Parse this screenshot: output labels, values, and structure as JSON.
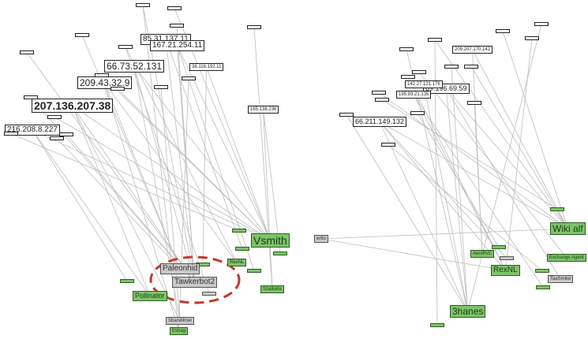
{
  "colors": {
    "ip_fill": "#ffffff",
    "user_fill": "#7cc46a",
    "bot_fill": "#c9c9c9",
    "edge": "#bdbdbd",
    "highlight": "#c0392b"
  },
  "left_graph": {
    "nodes": [
      {
        "id": "L1",
        "label": "207.136.207.38",
        "kind": "ip",
        "size": 5
      },
      {
        "id": "L2",
        "label": "66.73.52.131",
        "kind": "ip",
        "size": 4
      },
      {
        "id": "L3",
        "label": "209.43.32.9",
        "kind": "ip",
        "size": 4
      },
      {
        "id": "L4",
        "label": "85.31.137.11",
        "kind": "ip",
        "size": 3
      },
      {
        "id": "L5",
        "label": "167.21.254.11",
        "kind": "ip",
        "size": 3
      },
      {
        "id": "L6",
        "label": "216.208.8.227",
        "kind": "ip",
        "size": 3
      },
      {
        "id": "L7",
        "label": "38.116.192.11",
        "kind": "ip",
        "size": 1
      },
      {
        "id": "L8",
        "label": "165.138.236",
        "kind": "ip",
        "size": 1
      },
      {
        "id": "L9",
        "label": "",
        "kind": "ip",
        "size": 0
      },
      {
        "id": "L10",
        "label": "",
        "kind": "ip",
        "size": 0
      },
      {
        "id": "L11",
        "label": "",
        "kind": "ip",
        "size": 0
      },
      {
        "id": "L12",
        "label": "",
        "kind": "ip",
        "size": 0
      },
      {
        "id": "L13",
        "label": "",
        "kind": "ip",
        "size": 0
      },
      {
        "id": "L14",
        "label": "",
        "kind": "ip",
        "size": 0
      },
      {
        "id": "L15",
        "label": "",
        "kind": "ip",
        "size": 0
      },
      {
        "id": "L16",
        "label": "",
        "kind": "ip",
        "size": 0
      },
      {
        "id": "L17",
        "label": "",
        "kind": "ip",
        "size": 0
      },
      {
        "id": "L18",
        "label": "",
        "kind": "ip",
        "size": 0
      },
      {
        "id": "L19",
        "label": "",
        "kind": "ip",
        "size": 0
      },
      {
        "id": "L20",
        "label": "",
        "kind": "ip",
        "size": 0
      },
      {
        "id": "L21",
        "label": "",
        "kind": "ip",
        "size": 0
      },
      {
        "id": "L22",
        "label": "",
        "kind": "ip",
        "size": 0
      },
      {
        "id": "L23",
        "label": "",
        "kind": "ip",
        "size": 0
      },
      {
        "id": "L24",
        "label": "",
        "kind": "ip",
        "size": 0
      },
      {
        "id": "U1",
        "label": "Vsmith",
        "kind": "user",
        "size": 6
      },
      {
        "id": "U2",
        "label": "Pollinator",
        "kind": "user",
        "size": 2
      },
      {
        "id": "U3",
        "label": "RexNL",
        "kind": "user",
        "size": 1
      },
      {
        "id": "U4",
        "label": "Szalkalla",
        "kind": "user",
        "size": 1
      },
      {
        "id": "U5",
        "label": "Eshag",
        "kind": "user",
        "size": 1
      },
      {
        "id": "U6",
        "label": "",
        "kind": "user",
        "size": 0
      },
      {
        "id": "U7",
        "label": "",
        "kind": "user",
        "size": 0
      },
      {
        "id": "U8",
        "label": "",
        "kind": "user",
        "size": 0
      },
      {
        "id": "U9",
        "label": "",
        "kind": "user",
        "size": 0
      },
      {
        "id": "U10",
        "label": "",
        "kind": "user",
        "size": 0
      },
      {
        "id": "U11",
        "label": "",
        "kind": "user",
        "size": 0
      },
      {
        "id": "B1",
        "label": "Tawkerbot2",
        "kind": "bot",
        "size": 3
      },
      {
        "id": "B2",
        "label": "Paleonhid",
        "kind": "bot",
        "size": 3
      },
      {
        "id": "B3",
        "label": "Sbandilmer",
        "kind": "bot",
        "size": 1
      },
      {
        "id": "B4",
        "label": "",
        "kind": "bot",
        "size": 0
      }
    ],
    "edges": [
      [
        "L1",
        "B1"
      ],
      [
        "L1",
        "U1"
      ],
      [
        "L1",
        "U2"
      ],
      [
        "L2",
        "B1"
      ],
      [
        "L2",
        "U1"
      ],
      [
        "L3",
        "B2"
      ],
      [
        "L3",
        "U3"
      ],
      [
        "L4",
        "B1"
      ],
      [
        "L5",
        "U1"
      ],
      [
        "L5",
        "B1"
      ],
      [
        "L6",
        "U2"
      ],
      [
        "L6",
        "U1"
      ],
      [
        "L7",
        "U1"
      ],
      [
        "L8",
        "U4"
      ],
      [
        "L9",
        "B1"
      ],
      [
        "L10",
        "U1"
      ],
      [
        "L11",
        "B2"
      ],
      [
        "L12",
        "U3"
      ],
      [
        "L13",
        "B1"
      ],
      [
        "L14",
        "U4"
      ],
      [
        "L15",
        "B1"
      ],
      [
        "L16",
        "U1"
      ],
      [
        "L17",
        "U5"
      ],
      [
        "L18",
        "B3"
      ],
      [
        "L19",
        "B1"
      ],
      [
        "L20",
        "U1"
      ],
      [
        "L21",
        "U6"
      ],
      [
        "L22",
        "B2"
      ],
      [
        "L23",
        "U1"
      ],
      [
        "L24",
        "B1"
      ],
      [
        "L2",
        "B3"
      ],
      [
        "L3",
        "U5"
      ],
      [
        "L4",
        "U7"
      ],
      [
        "L5",
        "U8"
      ],
      [
        "L1",
        "B3"
      ],
      [
        "L6",
        "U9"
      ],
      [
        "L7",
        "U10"
      ],
      [
        "L8",
        "U11"
      ],
      [
        "L12",
        "B4"
      ],
      [
        "L9",
        "U5"
      ]
    ]
  },
  "right_graph": {
    "nodes": [
      {
        "id": "R1",
        "label": "66.211.149.132",
        "kind": "ip",
        "size": 2
      },
      {
        "id": "R2",
        "label": "69.196.69.59",
        "kind": "ip",
        "size": 2
      },
      {
        "id": "R3",
        "label": "209.207.170.142",
        "kind": "ip",
        "size": 1
      },
      {
        "id": "R4",
        "label": "195.93.21.135",
        "kind": "ip",
        "size": 1
      },
      {
        "id": "R5",
        "label": "142.27.121.176",
        "kind": "ip",
        "size": 1
      },
      {
        "id": "R6",
        "label": "",
        "kind": "ip",
        "size": 0
      },
      {
        "id": "R7",
        "label": "",
        "kind": "ip",
        "size": 0
      },
      {
        "id": "R8",
        "label": "",
        "kind": "ip",
        "size": 0
      },
      {
        "id": "R9",
        "label": "",
        "kind": "ip",
        "size": 0
      },
      {
        "id": "R10",
        "label": "",
        "kind": "ip",
        "size": 0
      },
      {
        "id": "R11",
        "label": "",
        "kind": "ip",
        "size": 0
      },
      {
        "id": "R12",
        "label": "",
        "kind": "ip",
        "size": 0
      },
      {
        "id": "R13",
        "label": "",
        "kind": "ip",
        "size": 0
      },
      {
        "id": "R14",
        "label": "",
        "kind": "ip",
        "size": 0
      },
      {
        "id": "R15",
        "label": "",
        "kind": "ip",
        "size": 0
      },
      {
        "id": "R16",
        "label": "",
        "kind": "ip",
        "size": 0
      },
      {
        "id": "R17",
        "label": "",
        "kind": "ip",
        "size": 0
      },
      {
        "id": "R18",
        "label": "",
        "kind": "ip",
        "size": 0
      },
      {
        "id": "R19",
        "label": "",
        "kind": "ip",
        "size": 0
      },
      {
        "id": "R20",
        "label": "",
        "kind": "ip",
        "size": 0
      },
      {
        "id": "V1",
        "label": "Wiki alf",
        "kind": "user",
        "size": 4
      },
      {
        "id": "V2",
        "label": "3hanes",
        "kind": "user",
        "size": 4
      },
      {
        "id": "V3",
        "label": "RexNL",
        "kind": "user",
        "size": 3
      },
      {
        "id": "V4",
        "label": "AeroPvC",
        "kind": "user",
        "size": 1
      },
      {
        "id": "V5",
        "label": "Exchange Agent",
        "kind": "user",
        "size": 1
      },
      {
        "id": "V6",
        "label": "",
        "kind": "user",
        "size": 0
      },
      {
        "id": "V7",
        "label": "",
        "kind": "user",
        "size": 0
      },
      {
        "id": "V8",
        "label": "",
        "kind": "user",
        "size": 0
      },
      {
        "id": "V9",
        "label": "",
        "kind": "user",
        "size": 0
      },
      {
        "id": "V10",
        "label": "",
        "kind": "user",
        "size": 0
      },
      {
        "id": "C1",
        "label": "TaaSmike",
        "kind": "bot",
        "size": 1
      },
      {
        "id": "C2",
        "label": "ertto",
        "kind": "bot",
        "size": 1
      },
      {
        "id": "C3",
        "label": "",
        "kind": "bot",
        "size": 0
      }
    ],
    "edges": [
      [
        "R1",
        "V2"
      ],
      [
        "R1",
        "V1"
      ],
      [
        "R1",
        "V3"
      ],
      [
        "R2",
        "V1"
      ],
      [
        "R2",
        "V2"
      ],
      [
        "R3",
        "V1"
      ],
      [
        "R3",
        "V4"
      ],
      [
        "R4",
        "V3"
      ],
      [
        "R5",
        "V2"
      ],
      [
        "R6",
        "V1"
      ],
      [
        "R7",
        "V2"
      ],
      [
        "R8",
        "V3"
      ],
      [
        "R9",
        "V5"
      ],
      [
        "R10",
        "V1"
      ],
      [
        "R11",
        "V2"
      ],
      [
        "R12",
        "V4"
      ],
      [
        "R13",
        "V1"
      ],
      [
        "R14",
        "V3"
      ],
      [
        "R15",
        "V2"
      ],
      [
        "R16",
        "V6"
      ],
      [
        "R17",
        "V1"
      ],
      [
        "R18",
        "V7"
      ],
      [
        "R19",
        "V2"
      ],
      [
        "R20",
        "V8"
      ],
      [
        "C2",
        "V1"
      ],
      [
        "C2",
        "V3"
      ],
      [
        "R2",
        "C1"
      ],
      [
        "R4",
        "V9"
      ],
      [
        "R6",
        "V10"
      ],
      [
        "R1",
        "C3"
      ]
    ]
  }
}
